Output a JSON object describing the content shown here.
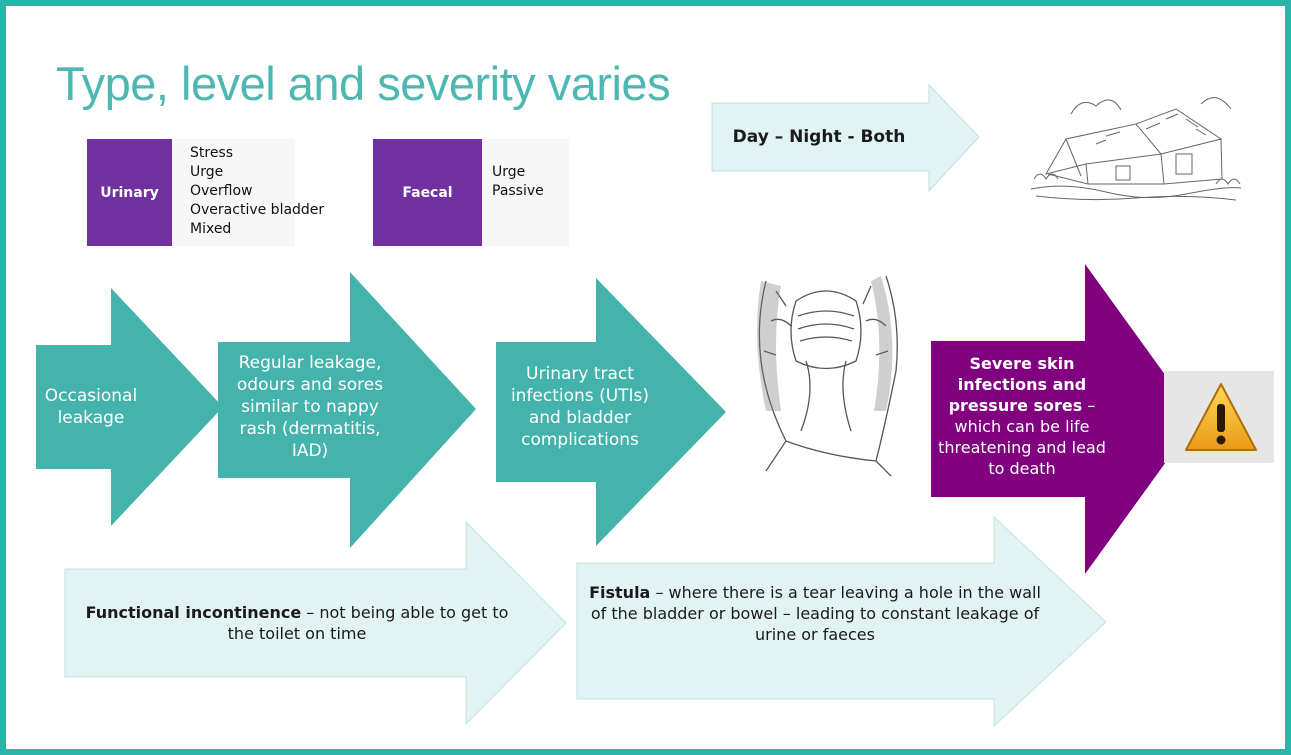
{
  "title": "Type, level and severity varies",
  "urinary": {
    "label": "Urinary",
    "items": [
      "Stress",
      "Urge",
      "Overflow",
      "Overactive bladder",
      "Mixed"
    ]
  },
  "faecal": {
    "label": "Faecal",
    "items": [
      "Urge",
      "Passive"
    ]
  },
  "day_night": "Day – Night - Both",
  "stages": [
    {
      "text": "Occasional leakage"
    },
    {
      "text": "Regular leakage, odours and sores similar to nappy rash (dermatitis, IAD)"
    },
    {
      "text": "Urinary tract infections (UTIs) and bladder complications"
    }
  ],
  "severe": {
    "bold": "Severe skin infections and pressure sores",
    "rest": " – which can be life threatening and lead to death"
  },
  "functional": {
    "bold": "Functional incontinence",
    "rest": " – not being able to get to the toilet on time"
  },
  "fistula": {
    "bold": "Fistula",
    "rest": " – where there is a tear leaving a hole in the wall of the bladder or bowel – leading to constant leakage of urine or faeces"
  },
  "icons": {
    "house": "house-sketch-icon",
    "person": "distressed-person-sketch-icon",
    "warning": "warning-icon"
  },
  "colors": {
    "teal": "#44b3ac",
    "light_arrow": "#e2f3f3",
    "purple": "#7030a0",
    "magenta": "#800080",
    "frame": "#2bb5a8"
  }
}
